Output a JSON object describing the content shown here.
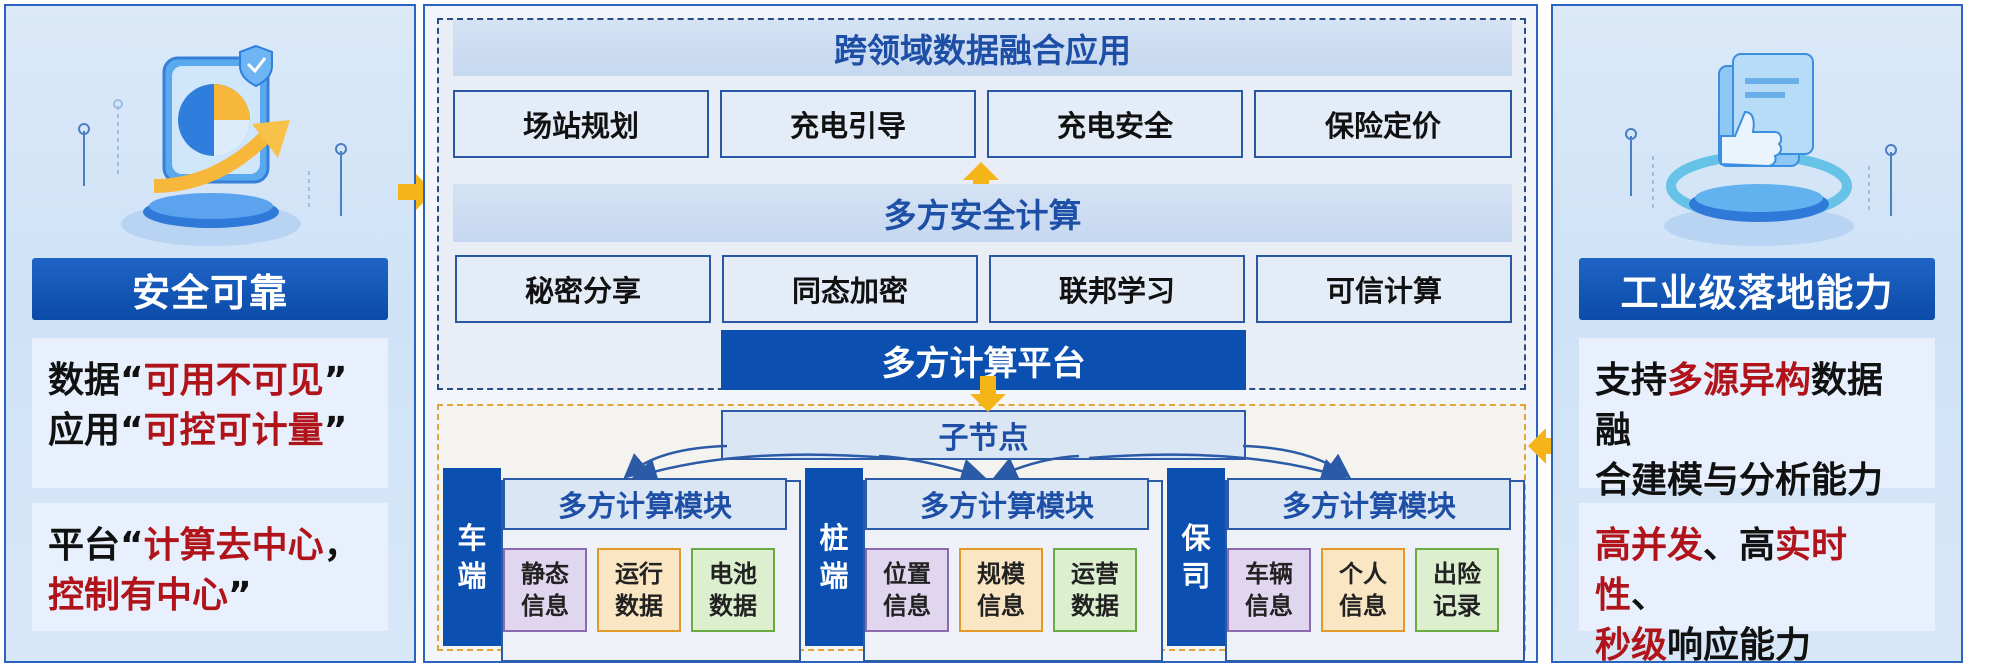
{
  "left_panel": {
    "icon": "pie-chart-shield-icon",
    "title": "安全可靠",
    "box1": {
      "line1_prefix": "数据“",
      "line1_highlight": "可用不可见",
      "line1_suffix": "”",
      "line2_prefix": "应用“",
      "line2_highlight": "可控可计量",
      "line2_suffix": "”"
    },
    "box2": {
      "line1_prefix": "平台“",
      "line1_highlight": "计算去中心",
      "line1_suffix": "，",
      "line2_highlight": "控制有中心",
      "line2_suffix": "”"
    }
  },
  "right_panel": {
    "icon": "thumbs-up-document-icon",
    "title": "工业级落地能力",
    "box1": {
      "line1_prefix": "支持",
      "line1_highlight": "多源异构",
      "line1_suffix": "数据融",
      "line2": "合建模与分析能力"
    },
    "box2": {
      "line1_highlight1": "高并发",
      "line1_mid": "、高",
      "line1_highlight2": "实时性",
      "line1_suffix": "、",
      "line2_highlight": "秒级",
      "line2_suffix": "响应能力"
    }
  },
  "center": {
    "apps_title": "跨领域数据融合应用",
    "apps": [
      "场站规划",
      "充电引导",
      "充电安全",
      "保险定价"
    ],
    "mpc_title": "多方安全计算",
    "techniques": [
      "秘密分享",
      "同态加密",
      "联邦学习",
      "可信计算"
    ],
    "platform": "多方计算平台",
    "subnode": "子节点",
    "parties": [
      {
        "label_chars": [
          "车",
          "端"
        ],
        "module": "多方计算模块",
        "data": [
          {
            "lines": [
              "静态",
              "信息"
            ],
            "color": "purple"
          },
          {
            "lines": [
              "运行",
              "数据"
            ],
            "color": "orange"
          },
          {
            "lines": [
              "电池",
              "数据"
            ],
            "color": "green"
          }
        ]
      },
      {
        "label_chars": [
          "桩",
          "端"
        ],
        "module": "多方计算模块",
        "data": [
          {
            "lines": [
              "位置",
              "信息"
            ],
            "color": "purple"
          },
          {
            "lines": [
              "规模",
              "信息"
            ],
            "color": "orange"
          },
          {
            "lines": [
              "运营",
              "数据"
            ],
            "color": "green"
          }
        ]
      },
      {
        "label_chars": [
          "保",
          "司"
        ],
        "module": "多方计算模块",
        "data": [
          {
            "lines": [
              "车辆",
              "信息"
            ],
            "color": "purple"
          },
          {
            "lines": [
              "个人",
              "信息"
            ],
            "color": "orange"
          },
          {
            "lines": [
              "出险",
              "记录"
            ],
            "color": "green"
          }
        ]
      }
    ]
  },
  "colors": {
    "primary_blue": "#0b4fb0",
    "accent_red": "#b01319",
    "arrow_yellow": "#f5b417",
    "data_purple": "#8c6ab0",
    "data_orange": "#e39a2b",
    "data_green": "#6cab44"
  }
}
